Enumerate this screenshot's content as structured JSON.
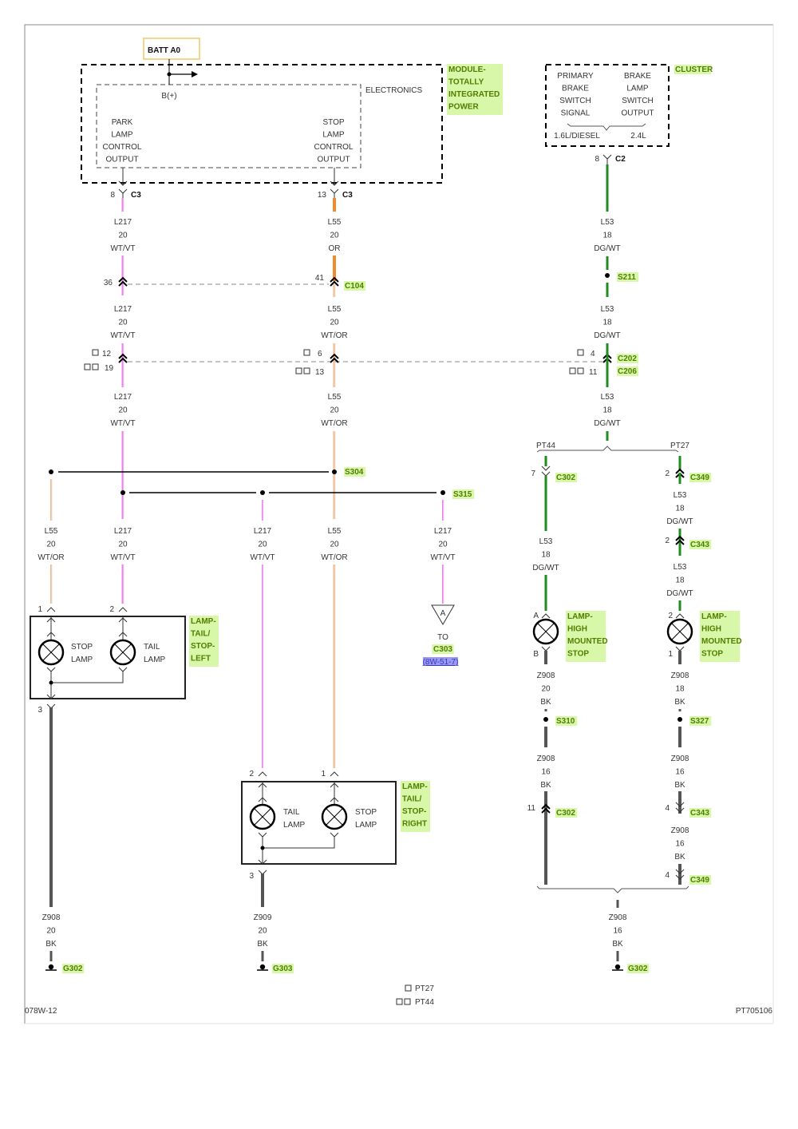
{
  "diagram": {
    "page_id": "078W-12",
    "figure_id": "PT705106",
    "batt": "BATT A0",
    "tipm": {
      "name_lines": [
        "MODULE-",
        "TOTALLY",
        "INTEGRATED",
        "POWER"
      ],
      "inner_label": "ELECTRONICS",
      "bplus": "B(+)",
      "park_output": [
        "PARK",
        "LAMP",
        "CONTROL",
        "OUTPUT"
      ],
      "stop_output": [
        "STOP",
        "LAMP",
        "CONTROL",
        "OUTPUT"
      ]
    },
    "cluster": {
      "name": "CLUSTER",
      "left_lines": [
        "PRIMARY",
        "BRAKE",
        "SWITCH",
        "SIGNAL"
      ],
      "right_lines": [
        "BRAKE",
        "LAMP",
        "SWITCH",
        "OUTPUT"
      ],
      "variant_left": "1.6L/DIESEL",
      "variant_right": "2.4L"
    },
    "connectors": {
      "c3_park": {
        "pin": "8",
        "name": "C3"
      },
      "c3_stop": {
        "pin": "13",
        "name": "C3"
      },
      "c2": {
        "pin": "8",
        "name": "C2"
      },
      "c104": {
        "pin_left": "36",
        "pin_right": "41",
        "name": "C104"
      },
      "c202": {
        "pin_a": "12",
        "pin_b": "6",
        "pin_c": "4",
        "name": "C202"
      },
      "c206": {
        "pin_a": "19",
        "pin_b": "13",
        "pin_c": "11",
        "name": "C206"
      },
      "c302_top": {
        "pin": "7",
        "name": "C302"
      },
      "c349_top": {
        "pin": "2",
        "name": "C349"
      },
      "c343_top": {
        "pin": "2",
        "name": "C343"
      },
      "c302_bot": {
        "pin": "11",
        "name": "C302"
      },
      "c343_bot": {
        "pin": "4",
        "name": "C343"
      },
      "c349_bot": {
        "pin": "4",
        "name": "C349"
      }
    },
    "splices": {
      "s211": "S211",
      "s304": "S304",
      "s315": "S315",
      "s310": "S310",
      "s327": "S327"
    },
    "grounds": {
      "g302_left": "G302",
      "g303": "G303",
      "g302_right": "G302"
    },
    "wires": {
      "l217_a": [
        "L217",
        "20",
        "WT/VT"
      ],
      "l55_a": [
        "L55",
        "20",
        "OR"
      ],
      "l53_a": [
        "L53",
        "18",
        "DG/WT"
      ],
      "l217_b": [
        "L217",
        "20",
        "WT/VT"
      ],
      "l55_b": [
        "L55",
        "20",
        "WT/OR"
      ],
      "l53_b": [
        "L53",
        "18",
        "DG/WT"
      ],
      "l217_c": [
        "L217",
        "20",
        "WT/VT"
      ],
      "l55_c": [
        "L55",
        "20",
        "WT/OR"
      ],
      "l53_c": [
        "L53",
        "18",
        "DG/WT"
      ],
      "l55_d": [
        "L55",
        "20",
        "WT/OR"
      ],
      "l217_d": [
        "L217",
        "20",
        "WT/VT"
      ],
      "l217_e": [
        "L217",
        "20",
        "WT/VT"
      ],
      "l55_e": [
        "L55",
        "20",
        "WT/OR"
      ],
      "l217_f": [
        "L217",
        "20",
        "WT/VT"
      ],
      "l53_d": [
        "L53",
        "18",
        "DG/WT"
      ],
      "l53_e": [
        "L53",
        "18",
        "DG/WT"
      ],
      "l53_f": [
        "L53",
        "18",
        "DG/WT"
      ],
      "z908_a": [
        "Z908",
        "20",
        "BK"
      ],
      "z908_b": [
        "Z908",
        "18",
        "BK"
      ],
      "z908_c": [
        "Z908",
        "16",
        "BK"
      ],
      "z908_d": [
        "Z908",
        "16",
        "BK"
      ],
      "z908_e": [
        "Z908",
        "16",
        "BK"
      ],
      "z908_left": [
        "Z908",
        "20",
        "BK"
      ],
      "z909": [
        "Z909",
        "20",
        "BK"
      ],
      "z908_right": [
        "Z908",
        "16",
        "BK"
      ]
    },
    "lamp_left": {
      "name_lines": [
        "LAMP-",
        "TAIL/",
        "STOP-",
        "LEFT"
      ],
      "lamp1": [
        "STOP",
        "LAMP"
      ],
      "lamp2": [
        "TAIL",
        "LAMP"
      ],
      "pin1": "1",
      "pin2": "2",
      "pin3": "3"
    },
    "lamp_right": {
      "name_lines": [
        "LAMP-",
        "TAIL/",
        "STOP-",
        "RIGHT"
      ],
      "lamp1": [
        "TAIL",
        "LAMP"
      ],
      "lamp2": [
        "STOP",
        "LAMP"
      ],
      "pin1": "2",
      "pin2": "1",
      "pin3": "3"
    },
    "chmsl_left": {
      "name_lines": [
        "LAMP-",
        "HIGH",
        "MOUNTED",
        "STOP"
      ],
      "pin_top": "A",
      "pin_bot": "B"
    },
    "chmsl_right": {
      "name_lines": [
        "LAMP-",
        "HIGH",
        "MOUNTED",
        "STOP"
      ],
      "pin_top": "2",
      "pin_bot": "1"
    },
    "offpage": {
      "letter": "A",
      "to": "TO",
      "conn": "C303",
      "ref": "(8W-51-7)"
    },
    "variants": {
      "pt44": "PT44",
      "pt27": "PT27"
    },
    "legend": [
      {
        "boxes": 1,
        "label": "PT27"
      },
      {
        "boxes": 2,
        "label": "PT44"
      }
    ],
    "colors": {
      "violet": "#f07ef0",
      "orange": "#f28a2e",
      "lightorange": "#f5b98a",
      "green": "#1e8c1e",
      "black": "#555555",
      "highlight": "#d9f7a8",
      "label_green": "#4f7f00"
    }
  }
}
